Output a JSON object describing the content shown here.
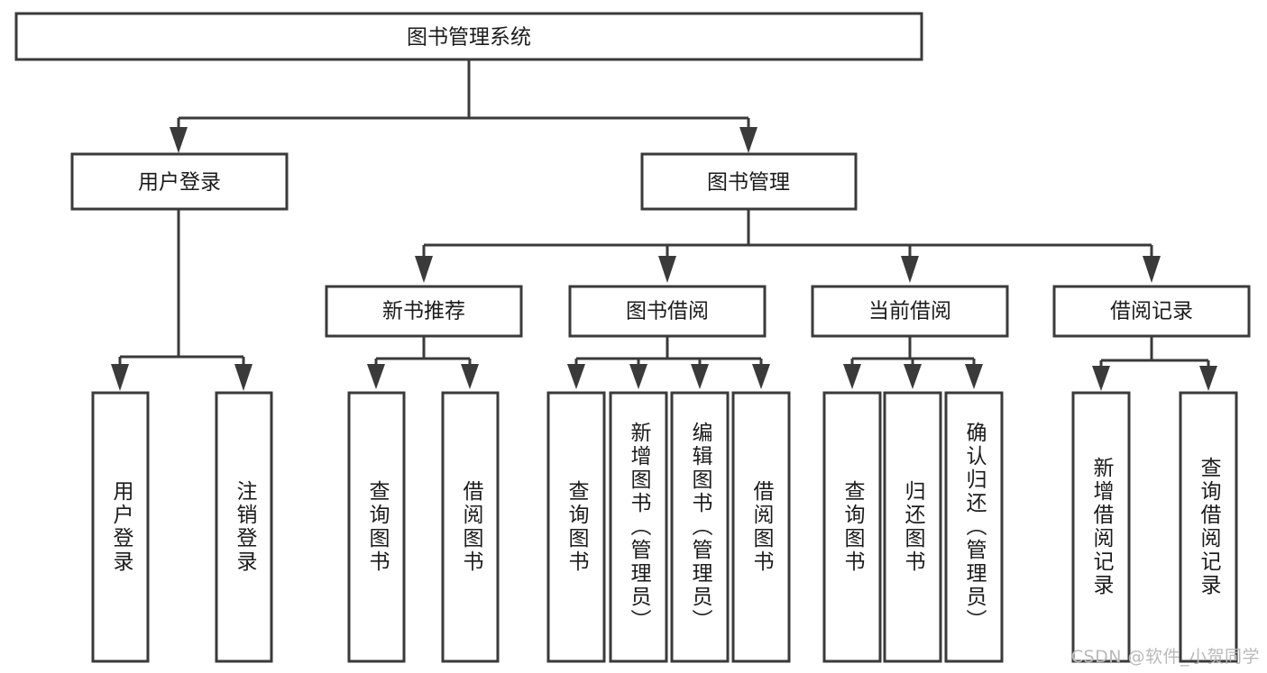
{
  "diagram": {
    "title": "图书管理系统",
    "type": "functional-structure-tree",
    "watermark": "CSDN @软件_小贺同学",
    "colors": {
      "box_stroke": "#3a3a3a",
      "box_fill": "#ffffff",
      "text": "#1b1b1b",
      "connector": "#3a3a3a",
      "watermark": "#b9b9b9",
      "background": "#ffffff"
    },
    "root": {
      "label": "图书管理系统"
    },
    "level2": [
      {
        "label": "用户登录"
      },
      {
        "label": "图书管理"
      }
    ],
    "level3": [
      {
        "label": "新书推荐"
      },
      {
        "label": "图书借阅"
      },
      {
        "label": "当前借阅"
      },
      {
        "label": "借阅记录"
      }
    ],
    "leaves": {
      "user_login": [
        {
          "label": "用户登录"
        },
        {
          "label": "注销登录"
        }
      ],
      "new_book_recommend": [
        {
          "label": "查询图书"
        },
        {
          "label": "借阅图书"
        }
      ],
      "book_borrow": [
        {
          "label": "查询图书"
        },
        {
          "label": "新增图书（管理员）"
        },
        {
          "label": "编辑图书（管理员）"
        },
        {
          "label": "借阅图书"
        }
      ],
      "current_borrow": [
        {
          "label": "查询图书"
        },
        {
          "label": "归还图书"
        },
        {
          "label": "确认归还（管理员）"
        }
      ],
      "borrow_record": [
        {
          "label": "新增借阅记录"
        },
        {
          "label": "查询借阅记录"
        }
      ]
    }
  }
}
